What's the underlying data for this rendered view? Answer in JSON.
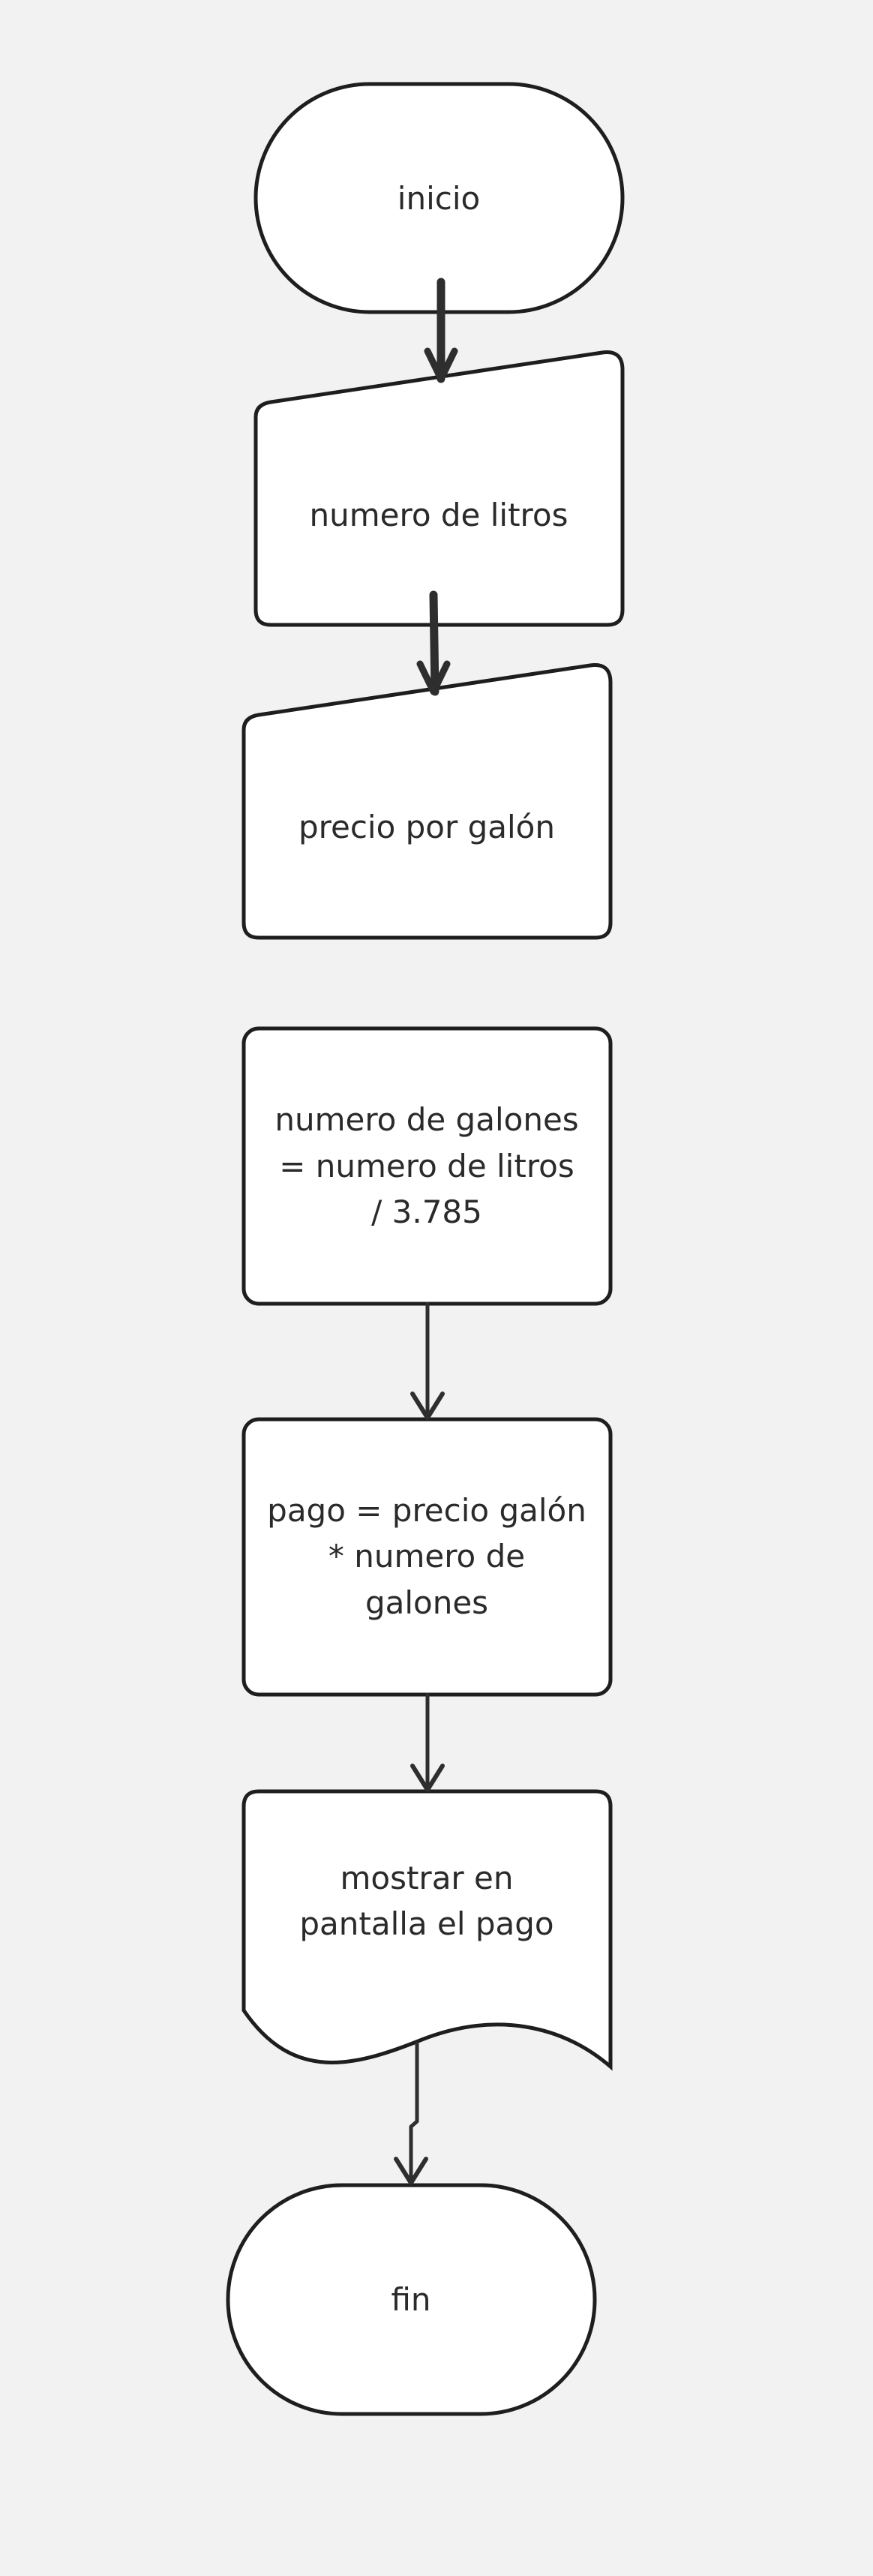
{
  "diagram": {
    "nodes": [
      {
        "id": "start",
        "kind": "terminator",
        "lines": [
          "inicio"
        ]
      },
      {
        "id": "input-liters",
        "kind": "manual-input",
        "lines": [
          "numero de litros"
        ]
      },
      {
        "id": "input-price",
        "kind": "manual-input",
        "lines": [
          "precio por galón"
        ]
      },
      {
        "id": "calc-gallons",
        "kind": "process",
        "lines": [
          "numero de galones",
          "= numero de litros",
          "/ 3.785"
        ]
      },
      {
        "id": "calc-payment",
        "kind": "process",
        "lines": [
          "pago = precio galón",
          "* numero de",
          "galones"
        ]
      },
      {
        "id": "display-payment",
        "kind": "document",
        "lines": [
          "mostrar en",
          "pantalla el pago"
        ]
      },
      {
        "id": "end",
        "kind": "terminator",
        "lines": [
          "fin"
        ]
      }
    ],
    "edges": [
      {
        "from": "start",
        "to": "input-liters"
      },
      {
        "from": "input-liters",
        "to": "input-price"
      },
      {
        "from": "calc-gallons",
        "to": "calc-payment"
      },
      {
        "from": "calc-payment",
        "to": "display-payment"
      },
      {
        "from": "display-payment",
        "to": "end"
      }
    ]
  }
}
